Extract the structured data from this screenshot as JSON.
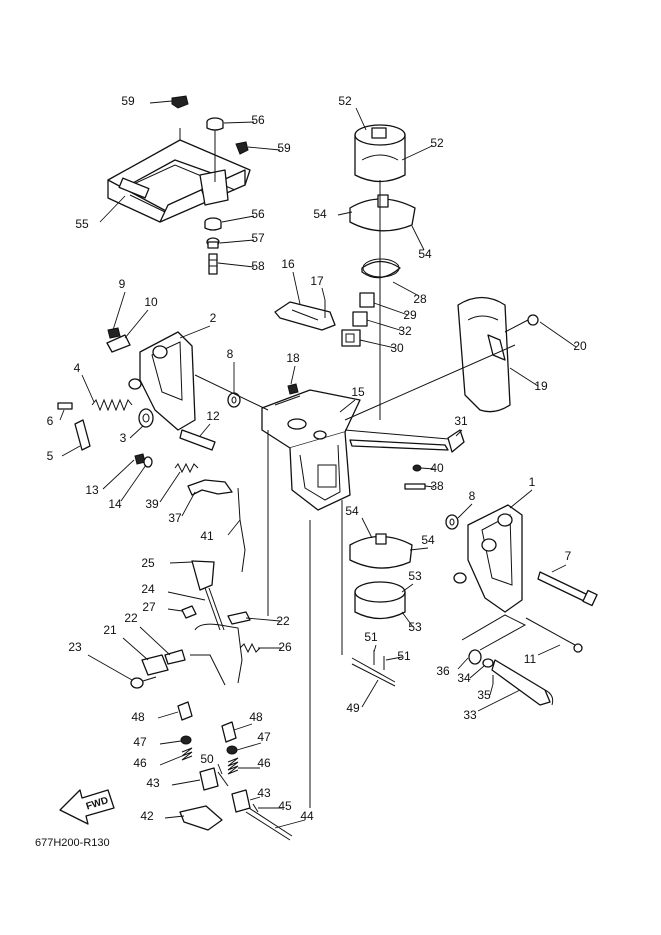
{
  "callouts": [
    "59",
    "56",
    "59",
    "55",
    "56",
    "57",
    "58",
    "52",
    "52",
    "54",
    "54",
    "28",
    "29",
    "32",
    "30",
    "16",
    "17",
    "9",
    "10",
    "2",
    "8",
    "4",
    "6",
    "3",
    "5",
    "12",
    "18",
    "15",
    "19",
    "20",
    "13",
    "14",
    "39",
    "37",
    "41",
    "31",
    "40",
    "38",
    "8",
    "1",
    "7",
    "54",
    "54",
    "53",
    "53",
    "11",
    "25",
    "24",
    "27",
    "22",
    "22",
    "26",
    "21",
    "23",
    "51",
    "51",
    "49",
    "36",
    "34",
    "35",
    "33",
    "48",
    "48",
    "47",
    "47",
    "46",
    "46",
    "50",
    "43",
    "43",
    "42",
    "45",
    "44"
  ],
  "diagram_code": "677H200-R130",
  "fwd_label": "FWD"
}
